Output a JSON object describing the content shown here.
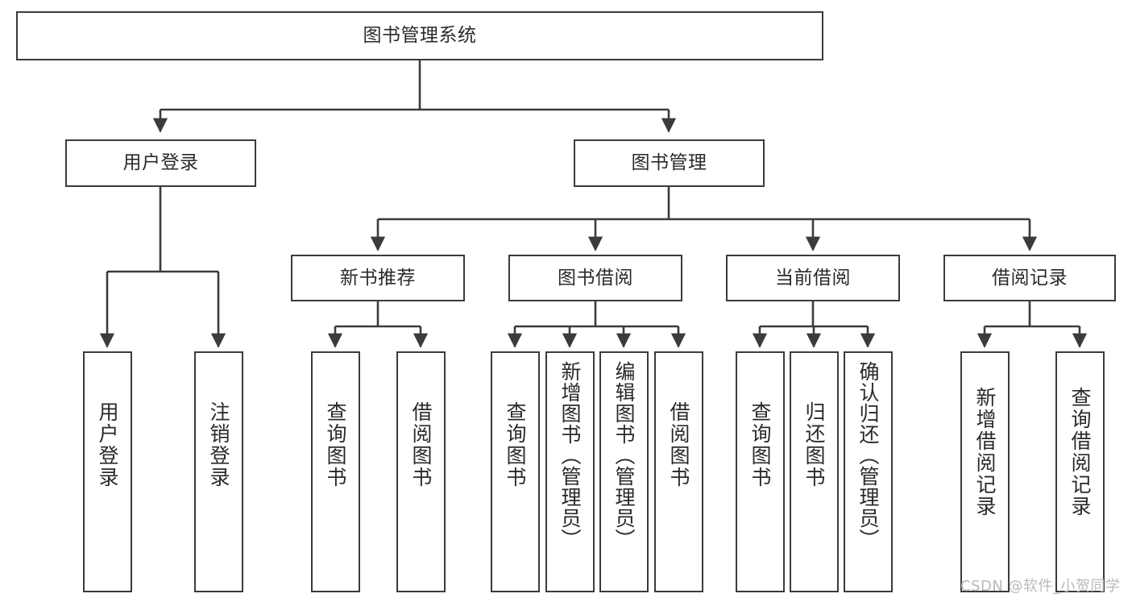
{
  "diagram": {
    "type": "tree-hierarchy",
    "title": "图书管理系统",
    "watermark": "CSDN @软件_小贺同学",
    "colors": {
      "stroke": "#3b3b3b",
      "text": "#2a2a2a",
      "background": "#ffffff",
      "watermark": "#b9b9b9"
    },
    "nodes": {
      "root": {
        "label": "图书管理系统"
      },
      "level2": [
        {
          "id": "user-login",
          "label": "用户登录"
        },
        {
          "id": "book-manage",
          "label": "图书管理"
        }
      ],
      "level3": [
        {
          "id": "new-book-recommend",
          "label": "新书推荐"
        },
        {
          "id": "book-borrow",
          "label": "图书借阅"
        },
        {
          "id": "current-borrow",
          "label": "当前借阅"
        },
        {
          "id": "borrow-record",
          "label": "借阅记录"
        }
      ],
      "leaves": {
        "user-login": [
          {
            "id": "leaf-user-login",
            "label": "用户登录"
          },
          {
            "id": "leaf-logout-login",
            "label": "注销登录"
          }
        ],
        "new-book-recommend": [
          {
            "id": "leaf-query-book-1",
            "label": "查询图书"
          },
          {
            "id": "leaf-borrow-book-1",
            "label": "借阅图书"
          }
        ],
        "book-borrow": [
          {
            "id": "leaf-query-book-2",
            "label": "查询图书"
          },
          {
            "id": "leaf-add-book",
            "label": "新增图书（管理员）"
          },
          {
            "id": "leaf-edit-book",
            "label": "编辑图书（管理员）"
          },
          {
            "id": "leaf-borrow-book-2",
            "label": "借阅图书"
          }
        ],
        "current-borrow": [
          {
            "id": "leaf-query-book-3",
            "label": "查询图书"
          },
          {
            "id": "leaf-return-book",
            "label": "归还图书"
          },
          {
            "id": "leaf-confirm-return",
            "label": "确认归还（管理员）"
          }
        ],
        "borrow-record": [
          {
            "id": "leaf-add-record",
            "label": "新增借阅记录"
          },
          {
            "id": "leaf-query-record",
            "label": "查询借阅记录"
          }
        ]
      }
    }
  }
}
